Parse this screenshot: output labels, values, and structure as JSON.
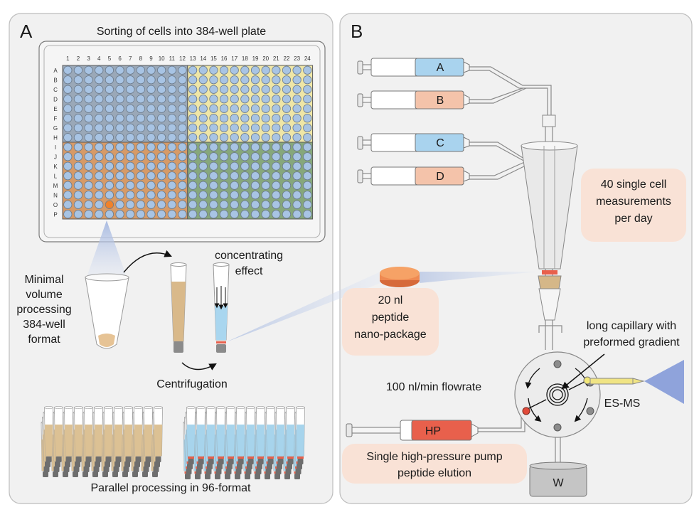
{
  "panel_a": {
    "letter": "A",
    "title": "Sorting of cells into 384-well plate",
    "plate": {
      "column_labels": [
        "1",
        "2",
        "3",
        "4",
        "5",
        "6",
        "7",
        "8",
        "9",
        "10",
        "11",
        "12",
        "13",
        "14",
        "15",
        "16",
        "17",
        "18",
        "19",
        "20",
        "21",
        "22",
        "23",
        "24"
      ],
      "row_labels": [
        "A",
        "B",
        "C",
        "D",
        "E",
        "F",
        "G",
        "H",
        "I",
        "J",
        "K",
        "L",
        "M",
        "N",
        "O",
        "P"
      ],
      "quadrant_colors": {
        "top_left": "#9aa8b8",
        "top_right": "#efe6a6",
        "bottom_left": "#d69a67",
        "bottom_right": "#86a77b"
      },
      "well_color": "#a8c4e4",
      "highlight_well": {
        "row": "O",
        "column": "5",
        "color": "#f0822a"
      }
    },
    "minimal_volume_label": [
      "Minimal",
      "volume",
      "processing",
      "384-well",
      "format"
    ],
    "concentrating_label": [
      "concentrating",
      "effect"
    ],
    "centrifugation_label": "Centrifugation",
    "parallel_label": "Parallel processing in 96-format"
  },
  "panel_b": {
    "letter": "B",
    "syringes": [
      {
        "label": "A",
        "color": "#a9d3ee"
      },
      {
        "label": "B",
        "color": "#f4c3aa"
      },
      {
        "label": "C",
        "color": "#a9d3ee"
      },
      {
        "label": "D",
        "color": "#f4c3aa"
      }
    ],
    "measurements_label": [
      "40 single cell",
      "measurements",
      "per day"
    ],
    "nano_package_label": [
      "20 nl",
      "peptide",
      "nano-package"
    ],
    "capillary_label": [
      "long capillary with",
      "preformed gradient"
    ],
    "flowrate_label": "100 nl/min flowrate",
    "hp_label": "HP",
    "hp_color": "#e8604c",
    "pump_label": [
      "Single high-pressure pump",
      "peptide elution"
    ],
    "esms_label": "ES-MS",
    "waste_label": "W",
    "callout_color": "#f9e2d6"
  }
}
